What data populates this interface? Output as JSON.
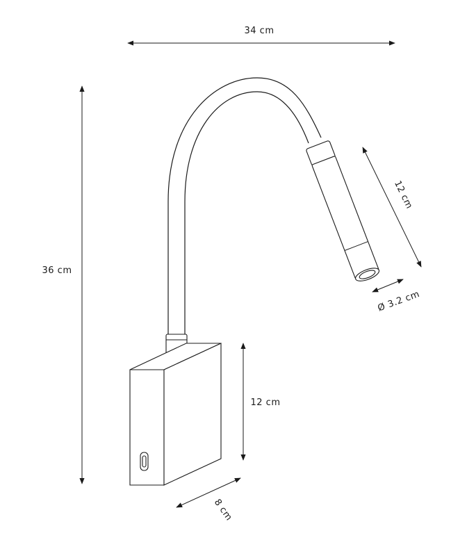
{
  "dimensions": {
    "width": "34 cm",
    "height": "36 cm",
    "head_length": "12 cm",
    "head_diameter": "Ø 3.2 cm",
    "base_height": "12 cm",
    "base_depth": "8 cm"
  },
  "colors": {
    "line": "#1a1a1a",
    "background": "#ffffff"
  }
}
